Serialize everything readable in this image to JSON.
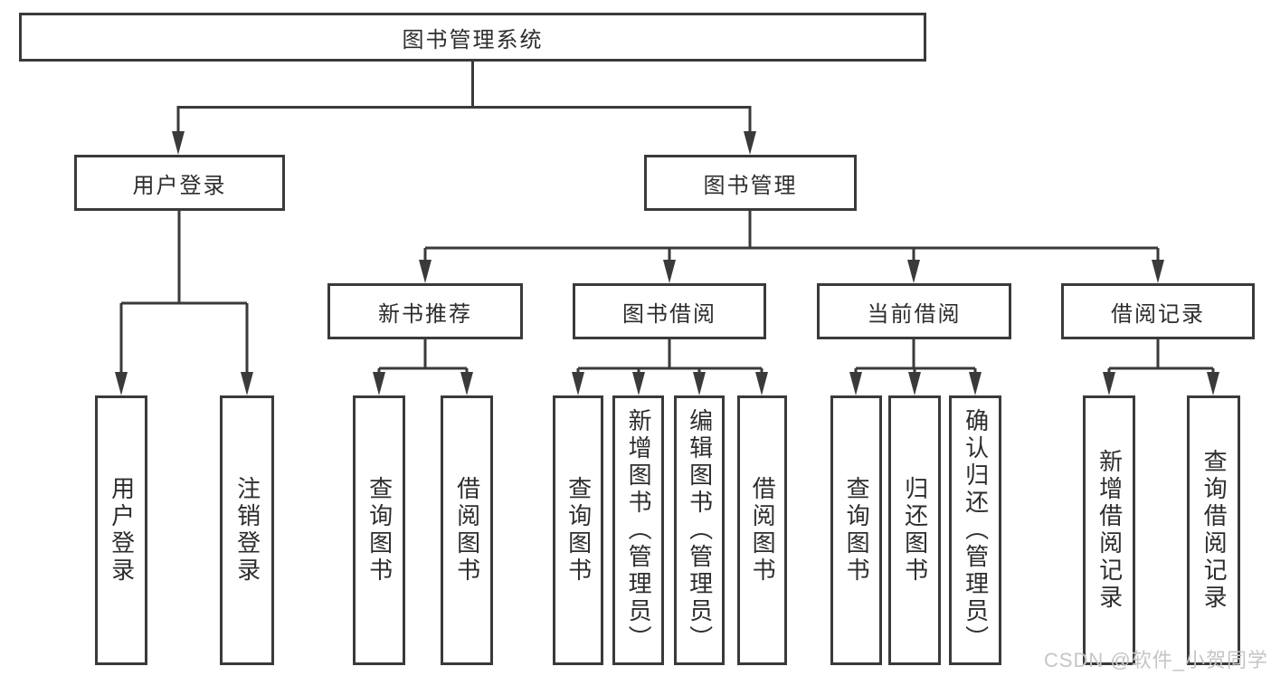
{
  "tree": {
    "root": "图书管理系统",
    "branches": [
      {
        "label": "用户登录",
        "children": [
          "用户登录",
          "注销登录"
        ]
      },
      {
        "label": "图书管理",
        "children": [
          {
            "label": "新书推荐",
            "children": [
              "查询图书",
              "借阅图书"
            ]
          },
          {
            "label": "图书借阅",
            "children": [
              "查询图书",
              "新增图书（管理员）",
              "编辑图书（管理员）",
              "借阅图书"
            ]
          },
          {
            "label": "当前借阅",
            "children": [
              "查询图书",
              "归还图书",
              "确认归还（管理员）"
            ]
          },
          {
            "label": "借阅记录",
            "children": [
              "新增借阅记录",
              "查询借阅记录"
            ]
          }
        ]
      }
    ]
  },
  "watermark": "CSDN @软件_小贺同学",
  "colors": {
    "line": "#3a3a3a",
    "text": "#2d2d2d",
    "boxFill": "#ffffff",
    "background": "#ffffff",
    "watermark": "#c7c5c3"
  }
}
